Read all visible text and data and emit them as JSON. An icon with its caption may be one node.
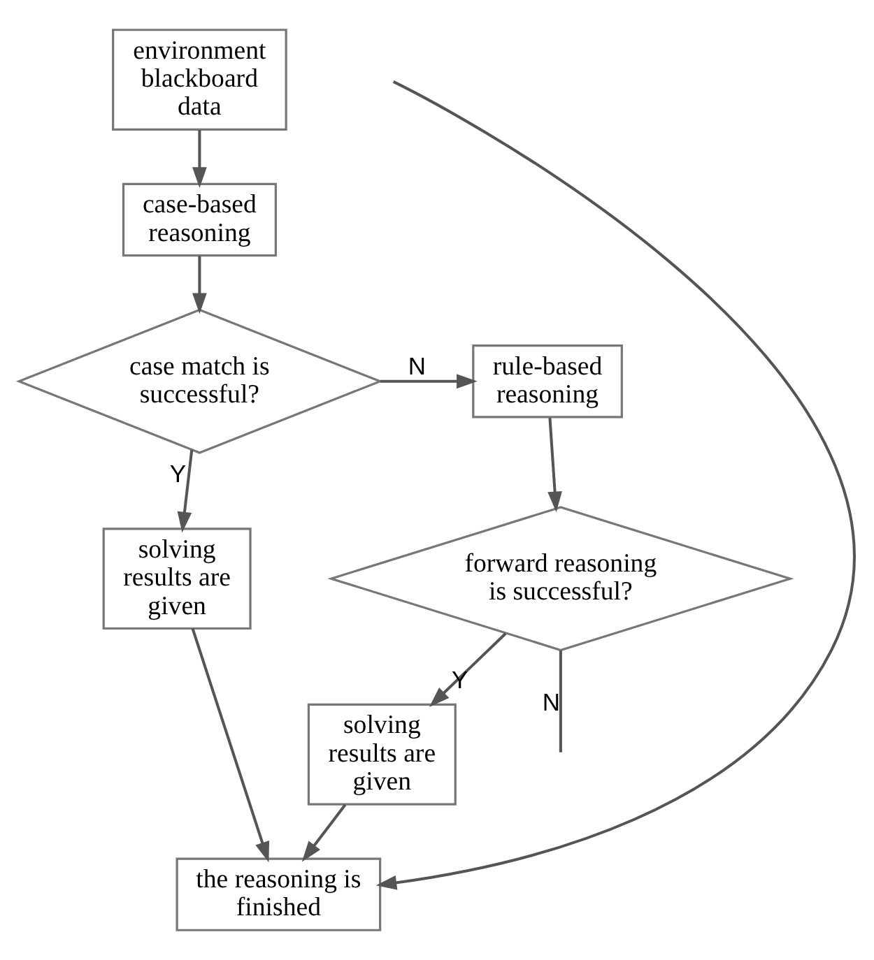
{
  "diagram": {
    "nodes": [
      {
        "text": [
          "environment blackboard data"
        ]
      },
      {
        "text": [
          "case-based reasoning"
        ]
      },
      {
        "text": [
          "case match is successful?"
        ]
      },
      {
        "text": [
          "rule-based reasoning"
        ]
      },
      {
        "text": [
          "solving results are given"
        ]
      },
      {
        "text": [
          "forward reasoning is successful?"
        ]
      },
      {
        "text": [
          "solving results are given"
        ]
      },
      {
        "text": [
          "the reasoning is finished"
        ]
      }
    ],
    "edges": [
      {
        "from": 0,
        "to": 1,
        "arrow": "to"
      },
      {
        "from": 1,
        "to": 2,
        "arrow": "to"
      },
      {
        "from": 2,
        "to": 3,
        "arrow": "to",
        "label": "N"
      },
      {
        "from": 2,
        "to": 4,
        "arrow": "to",
        "label": "Y"
      },
      {
        "from": 3,
        "to": 5,
        "arrow": "to"
      },
      {
        "from": 5,
        "to": 6,
        "arrow": "to",
        "label": "Y"
      },
      {
        "from": 5,
        "to": null,
        "arrow": "none",
        "label": "N"
      },
      {
        "from": 6,
        "to": 7,
        "arrow": "to"
      },
      {
        "from": 4,
        "to": 7,
        "arrow": "to"
      },
      {
        "from": null,
        "to": 7,
        "arrow": "to"
      }
    ]
  }
}
